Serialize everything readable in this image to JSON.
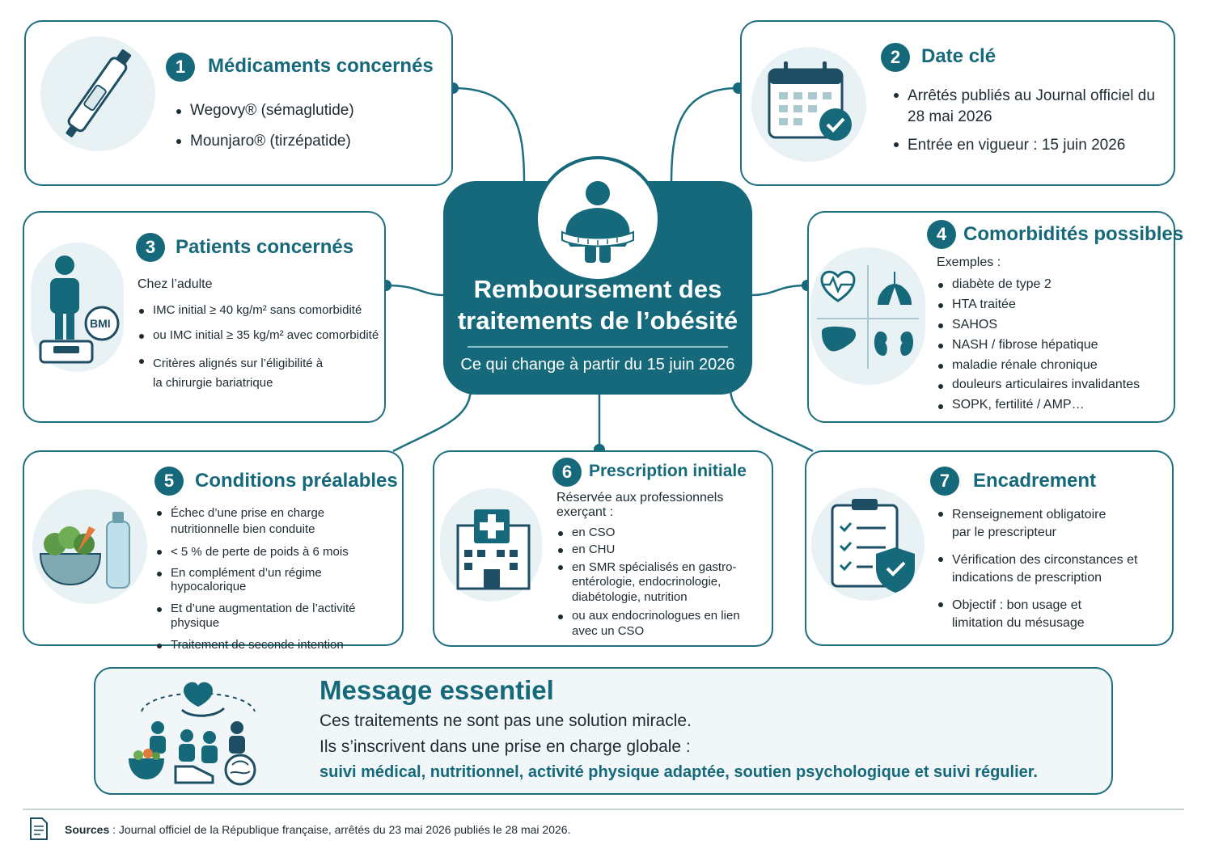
{
  "center": {
    "title": "Remboursement des traitements de l’obésité",
    "subtitle": "Ce qui change à partir du 15 juin 2026"
  },
  "s1": {
    "num": "1",
    "title": "Médicaments concernés",
    "items": [
      "Wegovy® (sémaglutide)",
      "Mounjaro® (tirzépatide)"
    ]
  },
  "s2": {
    "num": "2",
    "title": "Date clé",
    "items": [
      "Arrêtés publiés au Journal officiel du 28 mai 2026",
      "Entrée en vigueur : 15 juin 2026"
    ]
  },
  "s3": {
    "num": "3",
    "title": "Patients concernés",
    "intro": "Chez l’adulte",
    "items": [
      "IMC initial ≥ 40 kg/m² sans comorbidité",
      "ou IMC initial ≥ 35 kg/m² avec comorbidité",
      "Critères alignés sur l’éligibilité à la chirurgie bariatrique"
    ],
    "bmi_label": "BMI"
  },
  "s4": {
    "num": "4",
    "title": "Comorbidités possibles",
    "intro": "Exemples :",
    "items": [
      "diabète de type 2",
      "HTA traitée",
      "SAHOS",
      "NASH / fibrose hépatique",
      "maladie rénale chronique",
      "douleurs articulaires invalidantes",
      "SOPK, fertilité / AMP…"
    ]
  },
  "s5": {
    "num": "5",
    "title": "Conditions préalables",
    "items": [
      "Échec d’une prise en charge nutritionnelle bien conduite",
      "< 5 % de perte de poids à 6 mois",
      "En complément d’un régime hypocalorique",
      "Et d’une augmentation de l’activité physique",
      "Traitement de seconde intention"
    ]
  },
  "s6": {
    "num": "6",
    "title": "Prescription initiale",
    "intro": "Réservée aux professionnels exerçant :",
    "items": [
      "en CSO",
      "en CHU",
      "en SMR spécialisés en gastro-entérologie, endocrinologie, diabétologie, nutrition",
      "ou aux endocrinologues en lien avec un CSO"
    ]
  },
  "s7": {
    "num": "7",
    "title": "Encadrement",
    "items": [
      "Renseignement obligatoire par le prescripteur",
      "Vérification des circonstances et indications de prescription",
      "Objectif : bon usage et limitation du mésusage"
    ]
  },
  "message": {
    "title": "Message essentiel",
    "line1": "Ces traitements ne sont pas une solution miracle.",
    "line2": "Ils s’inscrivent dans une prise en charge globale :",
    "line3": "suivi médical, nutritionnel, activité physique adaptée, soutien psychologique et suivi régulier."
  },
  "sources": {
    "label": "Sources",
    "text": " : Journal officiel de la République française, arrêtés du 23 mai 2026 publiés le 28 mai 2026."
  },
  "colors": {
    "primary": "#15697a",
    "border": "#1e6f80",
    "light": "#e8f1f3",
    "text": "#1d2b33"
  }
}
